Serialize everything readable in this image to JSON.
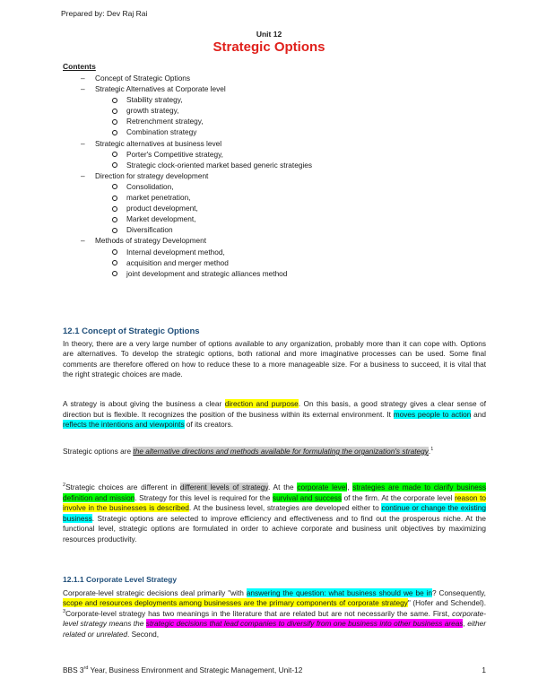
{
  "header": {
    "prepared_by": "Prepared by: Dev Raj Rai"
  },
  "unit_label": "Unit 12",
  "title": "Strategic Options",
  "contents": {
    "heading": "Contents",
    "items": [
      {
        "level": 1,
        "text": "Concept of Strategic Options"
      },
      {
        "level": 1,
        "text": "Strategic Alternatives at Corporate level"
      },
      {
        "level": 2,
        "text": "Stability strategy,"
      },
      {
        "level": 2,
        "text": "growth strategy,"
      },
      {
        "level": 2,
        "text": "Retrenchment   strategy,"
      },
      {
        "level": 2,
        "text": "Combination   strategy"
      },
      {
        "level": 1,
        "text": "Strategic   alternatives   at   business   level"
      },
      {
        "level": 2,
        "text": "Porter's Competitive strategy,"
      },
      {
        "level": 2,
        "text": "Strategic clock-oriented market based generic strategies"
      },
      {
        "level": 1,
        "text": "Direction for strategy development"
      },
      {
        "level": 2,
        "text": "Consolidation,"
      },
      {
        "level": 2,
        "text": "market penetration,"
      },
      {
        "level": 2,
        "text": "product development,"
      },
      {
        "level": 2,
        "text": "Market development,"
      },
      {
        "level": 2,
        "text": "Diversification"
      },
      {
        "level": 1,
        "text": "Methods of strategy Development"
      },
      {
        "level": 2,
        "text": "Internal development method,"
      },
      {
        "level": 2,
        "text": "acquisition and merger method"
      },
      {
        "level": 2,
        "text": "joint development and strategic alliances method"
      }
    ]
  },
  "section_1": {
    "heading": "12.1      Concept of Strategic Options",
    "para1": "In theory, there are a very large number of options available to any organization, probably more than it can cope with. Options are alternatives. To develop the strategic options, both rational and more imaginative processes can be used. Some final comments are therefore offered on how to reduce these to a more manageable size. For a business to succeed, it is vital that the right strategic choices are made.",
    "para2": {
      "a": "A strategy is about giving the business a clear ",
      "b": "direction and purpose",
      "c": ". On this basis, a good strategy gives a clear sense of direction but is flexible. It recognizes the position of the business within its external environment. It ",
      "d": "moves people to action",
      "e": " and ",
      "f": "reflects the intentions and viewpoints",
      "g": " of its creators."
    },
    "para3": {
      "a": "Strategic options are ",
      "b": "the alternative directions and methods available for formulating the organization's strategy",
      "c": ".",
      "sup": "1"
    },
    "para4": {
      "sup": "2",
      "a": "Strategic choices are different in ",
      "b": "different levels of strategy",
      "c": ". At the ",
      "d": "corporate level",
      "e": ", ",
      "f": "strategies are made to clarify business definition and mission",
      "g": ". Strategy for this level is required for the ",
      "h": "survival and success",
      "i": " of the firm. At the corporate level ",
      "j": "reason to involve in the businesses is described",
      "k": ". At the business level, strategies are developed either to ",
      "l": "continue or change the existing business",
      "m": ". Strategic options are selected to improve efficiency and effectiveness and to find out the prosperous niche. At the functional level, strategic options are formulated in order to achieve corporate and business unit objectives by maximizing resources productivity."
    }
  },
  "section_1_1": {
    "heading": "12.1.1    Corporate Level Strategy",
    "para": {
      "a": "Corporate-level strategic decisions deal primarily \"with ",
      "b": "answering the question: what business should we be in",
      "c": "? Consequently, ",
      "d": "scope and resources deployments among businesses are the primary components of corporate strategy",
      "e": "\" (Hofer and Schendel). ",
      "sup": "3",
      "f": "Corporate-level strategy has two meanings in the literature that are related but are not necessarily the same. First, ",
      "g": "corporate-level strategy means the",
      "h": " ",
      "i": "strategic decisions that lead companies to diversify from one business into other business areas",
      "j": ", either related or unrelated",
      "k": ". Second,"
    }
  },
  "footer": {
    "a": "BBS 3",
    "sup": "rd",
    "b": " Year, Business Environment and Strategic Management, Unit-12",
    "page": "1"
  }
}
